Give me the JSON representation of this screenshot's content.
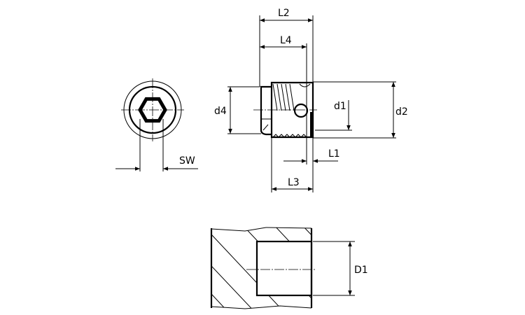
{
  "labels": {
    "L2": "L2",
    "L4": "L4",
    "d4": "d4",
    "d1": "d1",
    "d2": "d2",
    "L1": "L1",
    "L3": "L3",
    "SW": "SW",
    "D1": "D1"
  }
}
